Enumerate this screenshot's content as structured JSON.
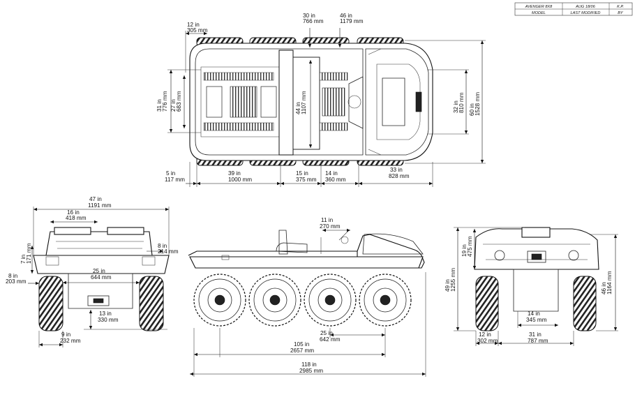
{
  "title_block": {
    "model_value": "AVENGER 8X8",
    "date_value": "AUG 18/06",
    "by_value": "K.P.",
    "model_label": "MODEL",
    "last_modified_label": "LAST MODIFIED",
    "by_label": "BY"
  },
  "top_view": {
    "d12": {
      "in": "12 in",
      "mm": "305 mm"
    },
    "d30": {
      "in": "30 in",
      "mm": "766 mm"
    },
    "d46": {
      "in": "46 in",
      "mm": "1179 mm"
    },
    "d31": {
      "in": "31 in",
      "mm": "776 mm"
    },
    "d27": {
      "in": "27 in",
      "mm": "683 mm"
    },
    "d44": {
      "in": "44 in",
      "mm": "1107 mm"
    },
    "d32": {
      "in": "32 in",
      "mm": "810 mm"
    },
    "d60": {
      "in": "60 in",
      "mm": "1528 mm"
    },
    "d5": {
      "in": "5 in",
      "mm": "117 mm"
    },
    "d39": {
      "in": "39 in",
      "mm": "1000 mm"
    },
    "d15": {
      "in": "15 in",
      "mm": "375 mm"
    },
    "d14": {
      "in": "14 in",
      "mm": "360 mm"
    },
    "d33": {
      "in": "33 in",
      "mm": "828 mm"
    }
  },
  "rear_view": {
    "d47": {
      "in": "47 in",
      "mm": "1191 mm"
    },
    "d16": {
      "in": "16 in",
      "mm": "418 mm"
    },
    "d7": {
      "in": "7 in",
      "mm": "171 mm"
    },
    "d8r": {
      "in": "8 in",
      "mm": "214 mm"
    },
    "d8l": {
      "in": "8 in",
      "mm": "203 mm"
    },
    "d25": {
      "in": "25 in",
      "mm": "644 mm"
    },
    "d13": {
      "in": "13 in",
      "mm": "330 mm"
    },
    "d9": {
      "in": "9 in",
      "mm": "232 mm"
    }
  },
  "side_view": {
    "d11": {
      "in": "11 in",
      "mm": "270 mm"
    },
    "d105": {
      "in": "105 in",
      "mm": "2657 mm"
    },
    "d25": {
      "in": "25 in",
      "mm": "642 mm"
    },
    "d118": {
      "in": "118 in",
      "mm": "2985 mm"
    }
  },
  "front_view": {
    "d19": {
      "in": "19 in",
      "mm": "475 mm"
    },
    "d49": {
      "in": "49 in",
      "mm": "1255 mm"
    },
    "d46": {
      "in": "46 in",
      "mm": "1164 mm"
    },
    "d14": {
      "in": "14 in",
      "mm": "345 mm"
    },
    "d12": {
      "in": "12 in",
      "mm": "302 mm"
    },
    "d31": {
      "in": "31 in",
      "mm": "787 mm"
    }
  }
}
